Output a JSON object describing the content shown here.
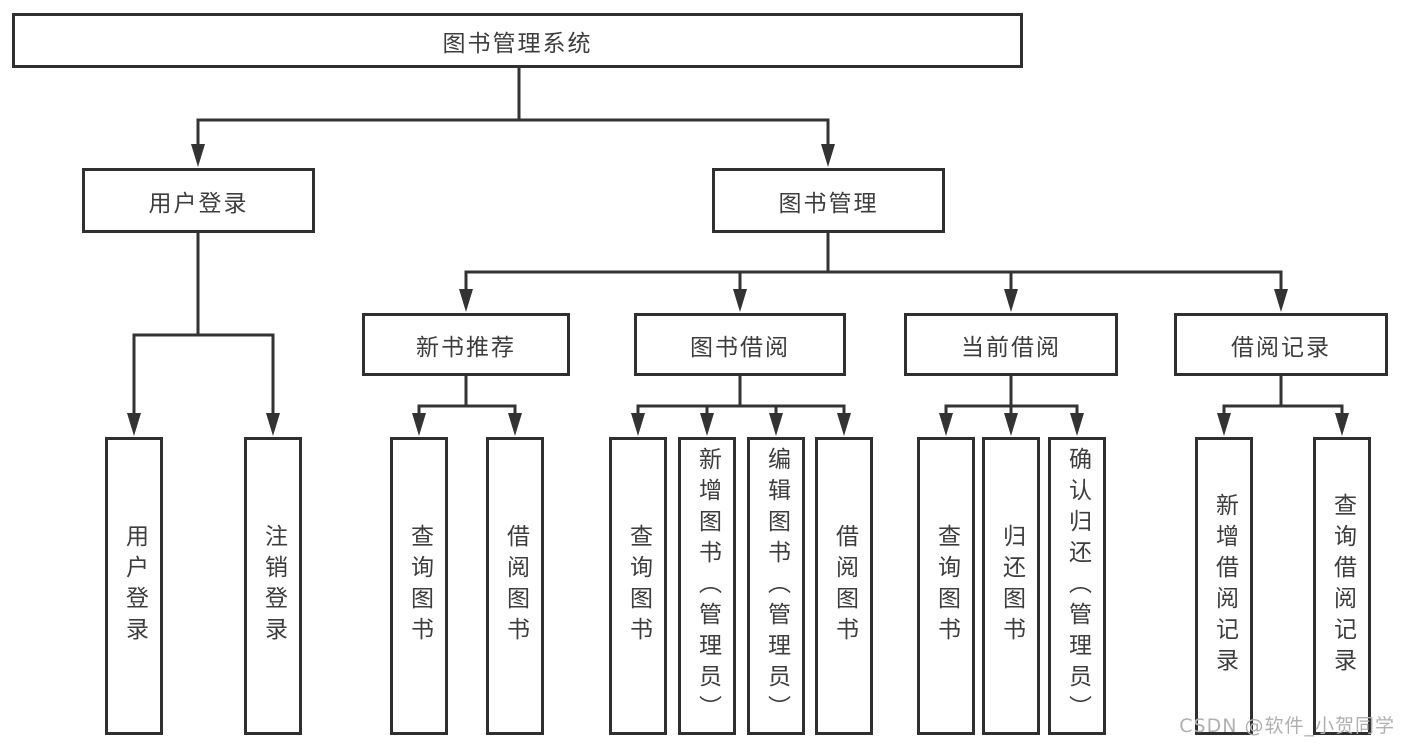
{
  "diagram_title": "图书管理系统",
  "tree": {
    "label": "图书管理系统",
    "children": [
      {
        "label": "用户登录",
        "children": [
          {
            "label": "用户登录"
          },
          {
            "label": "注销登录"
          }
        ]
      },
      {
        "label": "图书管理",
        "children": [
          {
            "label": "新书推荐",
            "children": [
              {
                "label": "查询图书"
              },
              {
                "label": "借阅图书"
              }
            ]
          },
          {
            "label": "图书借阅",
            "children": [
              {
                "label": "查询图书"
              },
              {
                "label": "新增图书（管理员）"
              },
              {
                "label": "编辑图书（管理员）"
              },
              {
                "label": "借阅图书"
              }
            ]
          },
          {
            "label": "当前借阅",
            "children": [
              {
                "label": "查询图书"
              },
              {
                "label": "归还图书"
              },
              {
                "label": "确认归还（管理员）"
              }
            ]
          },
          {
            "label": "借阅记录",
            "children": [
              {
                "label": "新增借阅记录"
              },
              {
                "label": "查询借阅记录"
              }
            ]
          }
        ]
      }
    ]
  },
  "watermark": {
    "text": "CSDN @软件_小贺同学"
  },
  "colors": {
    "line": "#333333",
    "box_border": "#2f2f2f",
    "box_fill": "#ffffff",
    "text": "#3d3d3d",
    "watermark_text": "#b0b0b0",
    "background": "#ffffff"
  }
}
